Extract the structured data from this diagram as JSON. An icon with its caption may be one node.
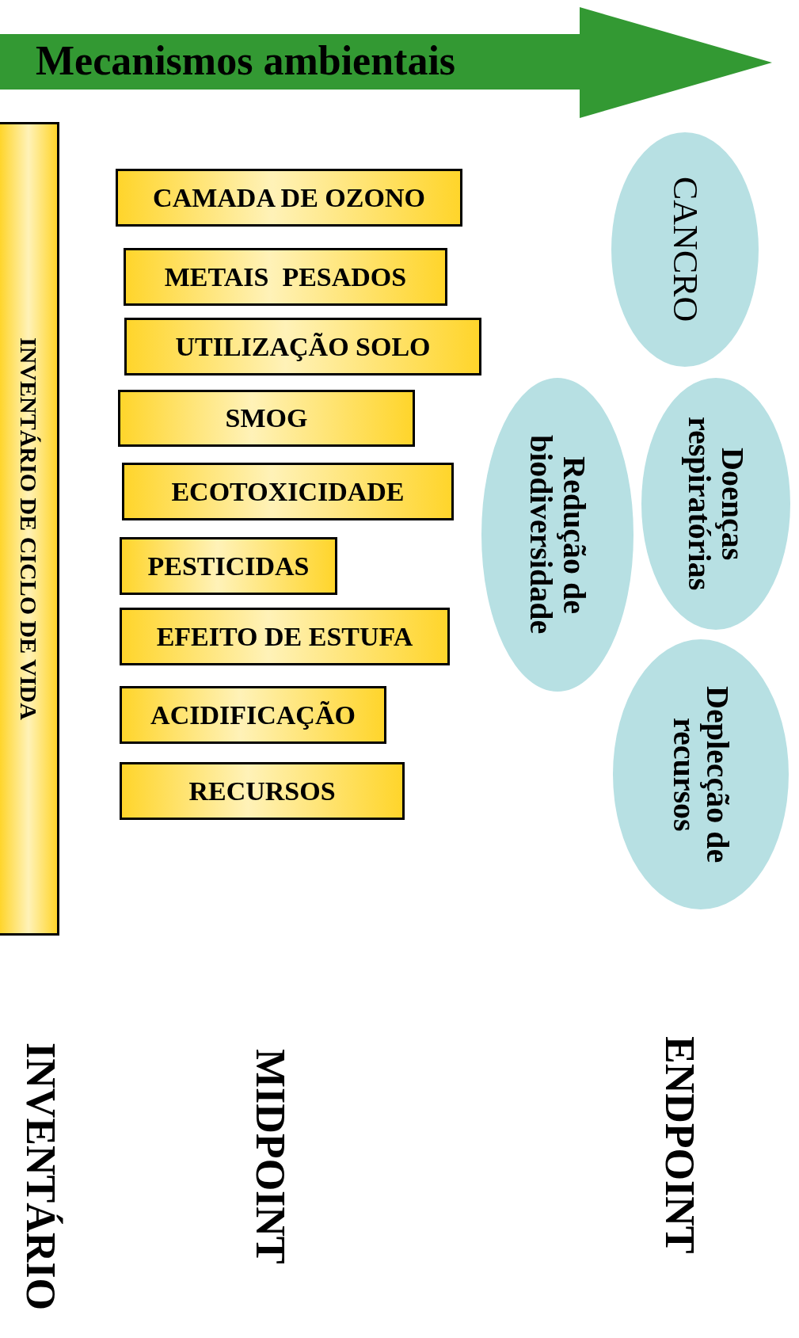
{
  "diagram": {
    "nodes": [
      {
        "text": [
          "Mecanismos ambientais"
        ]
      },
      {
        "text": [
          "INVENTÁRIO DE CICLO DE VIDA"
        ]
      },
      {
        "text": [
          "CAMADA DE OZONO"
        ]
      },
      {
        "text": [
          "METAIS  PESADOS"
        ]
      },
      {
        "text": [
          "UTILIZAÇÃO SOLO"
        ]
      },
      {
        "text": [
          "SMOG"
        ]
      },
      {
        "text": [
          "ECOTOXICIDADE"
        ]
      },
      {
        "text": [
          "PESTICIDAS"
        ]
      },
      {
        "text": [
          "EFEITO DE ESTUFA"
        ]
      },
      {
        "text": [
          "ACIDIFICAÇÃO"
        ]
      },
      {
        "text": [
          "RECURSOS"
        ]
      },
      {
        "text": [
          "CANCRO"
        ]
      },
      {
        "text": [
          "Redução de biodiversidade"
        ]
      },
      {
        "text": [
          "Doenças respiratórias"
        ]
      },
      {
        "text": [
          "Deplecção de recursos"
        ]
      }
    ],
    "labels": [
      "INVENTÁRIO",
      "MIDPOINT",
      "ENDPOINT"
    ]
  }
}
